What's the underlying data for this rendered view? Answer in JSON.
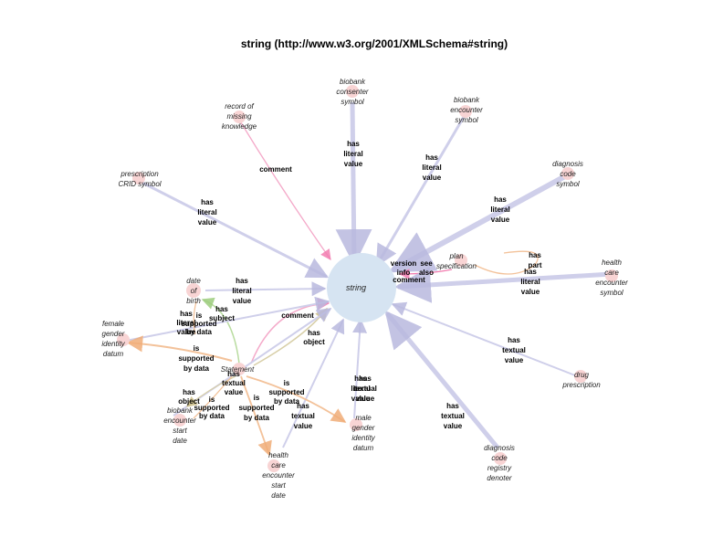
{
  "title": "string (http://www.w3.org/2001/XMLSchema#string)",
  "colors": {
    "hub": "#d6e4f2",
    "node": "#f8d4d4",
    "edge_literal": "#c9c9e6",
    "edge_comment": "#f4a9c9",
    "edge_support": "#f3c29a",
    "edge_subject": "#b9dca0",
    "edge_object": "#d8cfa8",
    "edge_plan": "#f3c29a"
  },
  "hub": {
    "label": "string"
  },
  "nodes": [
    {
      "id": "biobank-consenter",
      "lines": [
        "biobank",
        "consenter",
        "symbol"
      ]
    },
    {
      "id": "biobank-encounter",
      "lines": [
        "biobank",
        "encounter",
        "symbol"
      ]
    },
    {
      "id": "record-missing",
      "lines": [
        "record of",
        "missing",
        "knowledge"
      ]
    },
    {
      "id": "diagnosis-code",
      "lines": [
        "diagnosis",
        "code",
        "symbol"
      ]
    },
    {
      "id": "prescription",
      "lines": [
        "prescription",
        "CRID symbol"
      ]
    },
    {
      "id": "plan-spec",
      "lines": [
        "plan",
        "specification"
      ]
    },
    {
      "id": "health-care-sym",
      "lines": [
        "health",
        "care",
        "encounter",
        "symbol"
      ]
    },
    {
      "id": "date-of-birth",
      "lines": [
        "date",
        "of",
        "birth"
      ]
    },
    {
      "id": "female",
      "lines": [
        "female",
        "gender",
        "identity",
        "datum"
      ]
    },
    {
      "id": "statement",
      "lines": [
        "Statement"
      ]
    },
    {
      "id": "drug",
      "lines": [
        "drug",
        "prescription"
      ]
    },
    {
      "id": "biobank-start",
      "lines": [
        "biobank",
        "encounter",
        "start",
        "date"
      ]
    },
    {
      "id": "male",
      "lines": [
        "male",
        "gender",
        "identity",
        "datum"
      ]
    },
    {
      "id": "diagnosis-registry",
      "lines": [
        "diagnosis",
        "code",
        "registry",
        "denoter"
      ]
    },
    {
      "id": "hc-start",
      "lines": [
        "health",
        "care",
        "encounter",
        "start",
        "date"
      ]
    }
  ],
  "edges": [
    {
      "id": "e1",
      "lines": [
        "has",
        "literal",
        "value"
      ]
    },
    {
      "id": "e2",
      "lines": [
        "has",
        "literal",
        "value"
      ]
    },
    {
      "id": "e3",
      "lines": [
        "comment"
      ]
    },
    {
      "id": "e4",
      "lines": [
        "has",
        "literal",
        "value"
      ]
    },
    {
      "id": "e5",
      "lines": [
        "has",
        "literal",
        "value"
      ]
    },
    {
      "id": "e6",
      "lines": [
        "version",
        "info"
      ]
    },
    {
      "id": "e7",
      "lines": [
        "see",
        "also"
      ]
    },
    {
      "id": "e8",
      "lines": [
        "comment"
      ]
    },
    {
      "id": "e9",
      "lines": [
        "has",
        "part"
      ]
    },
    {
      "id": "e10",
      "lines": [
        "has",
        "literal",
        "value"
      ]
    },
    {
      "id": "e11",
      "lines": [
        "has",
        "literal",
        "value"
      ]
    },
    {
      "id": "e12",
      "lines": [
        "has",
        "subject"
      ]
    },
    {
      "id": "e13",
      "lines": [
        "comment"
      ]
    },
    {
      "id": "e14",
      "lines": [
        "has",
        "object"
      ]
    },
    {
      "id": "e15",
      "lines": [
        "has",
        "literal",
        "value"
      ]
    },
    {
      "id": "e16",
      "lines": [
        "is",
        "supported",
        "by data"
      ]
    },
    {
      "id": "e17",
      "lines": [
        "is",
        "supported",
        "by data"
      ]
    },
    {
      "id": "e18",
      "lines": [
        "has",
        "textual",
        "value"
      ]
    },
    {
      "id": "e19",
      "lines": [
        "has",
        "textual",
        "value"
      ]
    },
    {
      "id": "e20",
      "lines": [
        "has",
        "textual",
        "value"
      ]
    },
    {
      "id": "e21",
      "lines": [
        "has",
        "literal",
        "value"
      ]
    },
    {
      "id": "e22",
      "lines": [
        "has",
        "textual",
        "value"
      ]
    },
    {
      "id": "e23",
      "lines": [
        "is",
        "supported",
        "by data"
      ]
    },
    {
      "id": "e24",
      "lines": [
        "has",
        "object"
      ]
    },
    {
      "id": "e25",
      "lines": [
        "is",
        "supported",
        "by data"
      ]
    },
    {
      "id": "e26",
      "lines": [
        "is",
        "supported",
        "by data"
      ]
    },
    {
      "id": "e27",
      "lines": [
        "has",
        "textual",
        "value"
      ]
    }
  ]
}
